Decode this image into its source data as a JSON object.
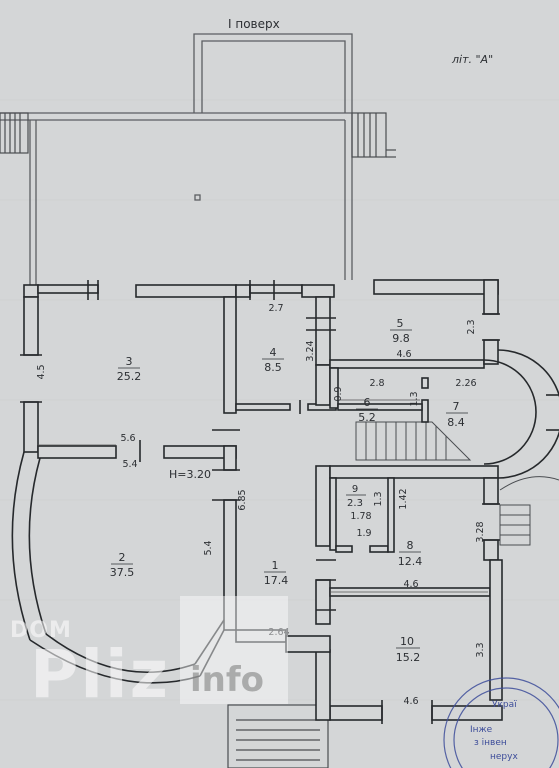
{
  "header": {
    "floor_title": "I поверх",
    "letter_label": "літ. \"А\""
  },
  "ceiling_height": "H=3.20",
  "rooms": [
    {
      "id": "1",
      "area": "17.4"
    },
    {
      "id": "2",
      "area": "37.5"
    },
    {
      "id": "3",
      "area": "25.2"
    },
    {
      "id": "4",
      "area": "8.5"
    },
    {
      "id": "5",
      "area": "9.8"
    },
    {
      "id": "6",
      "area": "5.2"
    },
    {
      "id": "7",
      "area": "8.4"
    },
    {
      "id": "8",
      "area": "12.4"
    },
    {
      "id": "9",
      "area": "2.3"
    },
    {
      "id": "10",
      "area": "15.2"
    }
  ],
  "dimensions": [
    "4.5",
    "5.6",
    "5.4",
    "2.7",
    "3.24",
    "4.6",
    "2.3",
    "0.9",
    "2.8",
    "2.26",
    "1.3",
    "1.42",
    "1.3",
    "1.78",
    "1.9",
    "6.85",
    "5.4",
    "3.28",
    "4.6",
    "2.64",
    "3.3",
    "4.6"
  ],
  "watermark": {
    "small": "DOM",
    "brand": "Pliz",
    "suffix": "info"
  },
  "stamp": {
    "line1": "Украї",
    "line2": "Інже",
    "line3": "з інвен",
    "line4": "нерух"
  },
  "colors": {
    "paper": "#d4d6d7",
    "ink": "#2c2f33",
    "wall_fill": "#d4d6d7",
    "stamp_blue": "#3d4d9a"
  }
}
